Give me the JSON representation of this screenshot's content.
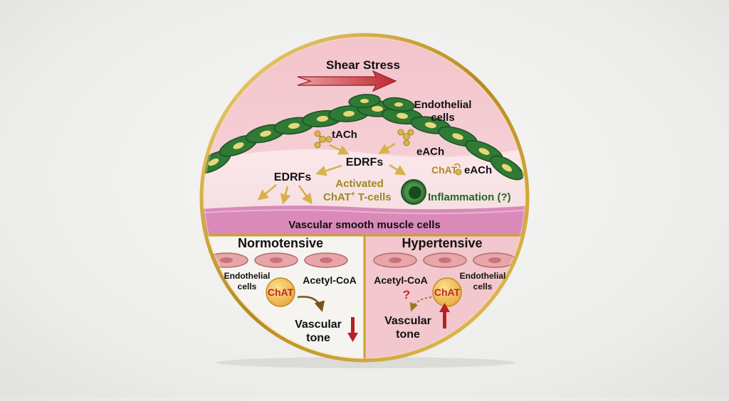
{
  "top": {
    "shear_label": "Shear Stress",
    "endothelial_label_1": "Endothelial",
    "endothelial_label_2": "cells",
    "tach_label": "tACh",
    "each_label": "eACh",
    "edrfs_center": "EDRFs",
    "edrfs_left": "EDRFs",
    "chat_label": "ChAT",
    "chat_each_label": "eACh",
    "activated_label_1": "Activated",
    "activated_label_2": "ChAT",
    "activated_sup": "+",
    "activated_label_3": " T-cells",
    "inflammation_label": "Inflammation (?)",
    "vsmc_label": "Vascular smooth muscle cells"
  },
  "normotensive": {
    "title": "Normotensive",
    "endo_1": "Endothelial",
    "endo_2": "cells",
    "chat": "ChAT",
    "acetyl": "Acetyl-CoA",
    "tone_1": "Vascular",
    "tone_2": "tone"
  },
  "hypertensive": {
    "title": "Hypertensive",
    "endo_1": "Endothelial",
    "endo_2": "cells",
    "chat": "ChAT",
    "acetyl": "Acetyl-CoA",
    "question": "?",
    "tone_1": "Vascular",
    "tone_2": "tone"
  },
  "colors": {
    "frame_gold": "#c9a227",
    "cell_green": "#2f7a35",
    "nucleus_yellow": "#e8d77a",
    "pink_bg": "#f4c9cf",
    "smooth_muscle": "#d98ab8",
    "arrow_red": "#c0282d",
    "chat_orange": "#f0b84a",
    "label_olive": "#9a8a1e",
    "label_green": "#1f6b22"
  }
}
